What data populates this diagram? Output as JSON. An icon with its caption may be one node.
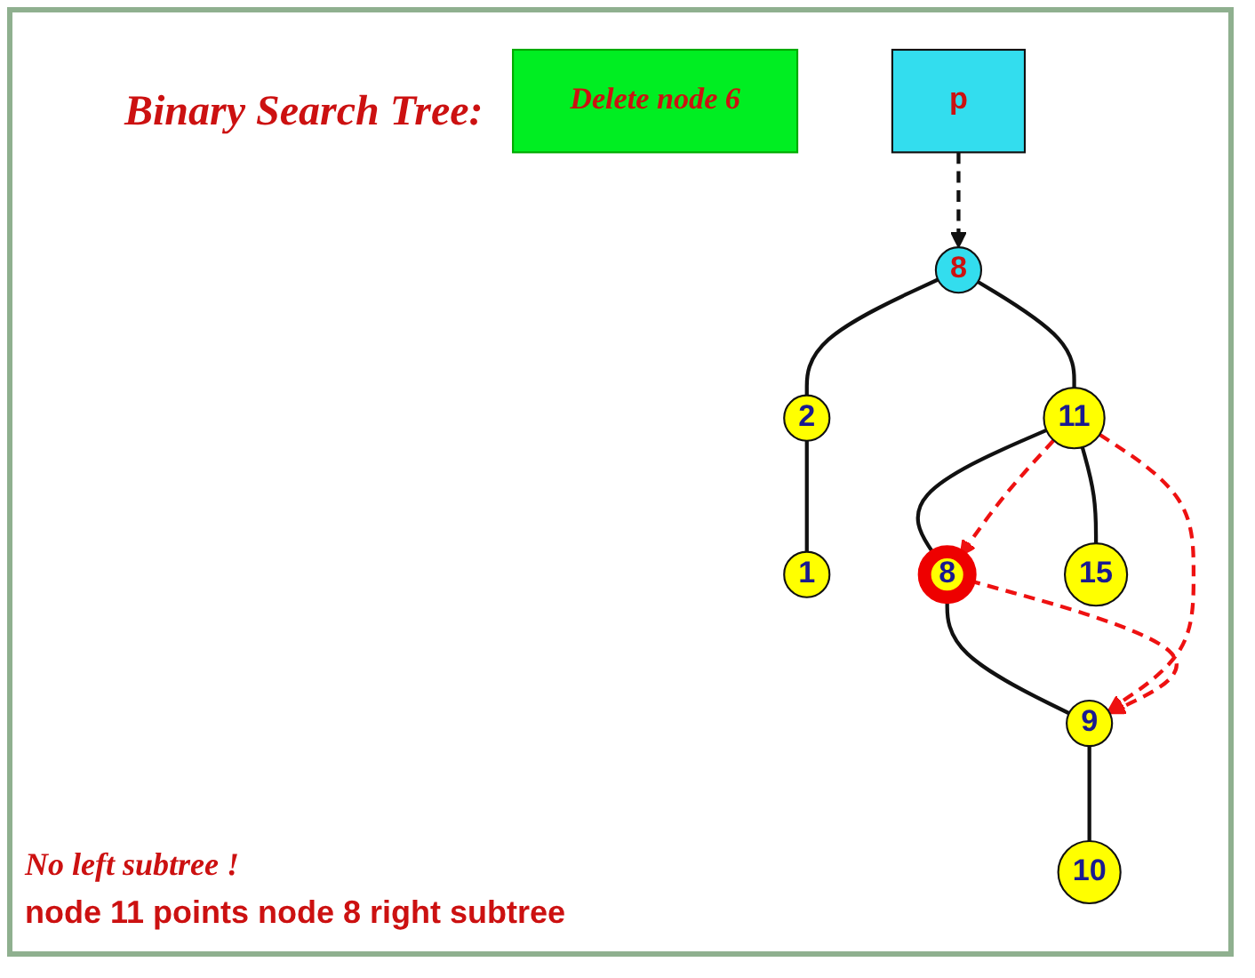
{
  "diagram": {
    "title": "Binary Search Tree:",
    "nodes": [
      {
        "text": [
          "Delete node 6"
        ]
      },
      {
        "text": [
          "p"
        ]
      },
      {
        "text": [
          "8"
        ]
      },
      {
        "text": [
          "2"
        ]
      },
      {
        "text": [
          "11"
        ]
      },
      {
        "text": [
          "1"
        ]
      },
      {
        "text": [
          "8"
        ]
      },
      {
        "text": [
          "15"
        ]
      },
      {
        "text": [
          "9"
        ]
      },
      {
        "text": [
          "10"
        ]
      }
    ],
    "edges": [
      {
        "from": 1,
        "to": 2,
        "arrow": "to",
        "style": "dashed"
      },
      {
        "from": 2,
        "to": 3,
        "arrow": "none"
      },
      {
        "from": 2,
        "to": 4,
        "arrow": "none"
      },
      {
        "from": 3,
        "to": 5,
        "arrow": "none"
      },
      {
        "from": 4,
        "to": 6,
        "arrow": "none"
      },
      {
        "from": 4,
        "to": 7,
        "arrow": "none"
      },
      {
        "from": 6,
        "to": 8,
        "arrow": "none"
      },
      {
        "from": 8,
        "to": 9,
        "arrow": "none"
      },
      {
        "from": 4,
        "to": 6,
        "arrow": "to",
        "style": "dashed",
        "color": "#ee1111"
      },
      {
        "from": 4,
        "to": 8,
        "arrow": "to",
        "style": "dashed",
        "color": "#ee1111"
      },
      {
        "from": 6,
        "to": 8,
        "arrow": "to",
        "style": "dashed",
        "color": "#ee1111"
      }
    ],
    "labels": [
      "No left subtree !",
      "node 11 points node 8 right subtree"
    ]
  }
}
